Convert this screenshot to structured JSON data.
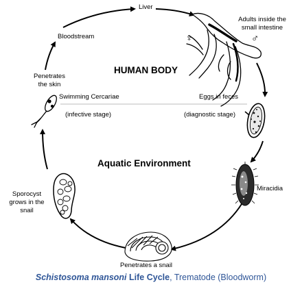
{
  "diagram": {
    "regions": {
      "upper": "HUMAN BODY",
      "lower": "Aquatic Environment"
    },
    "stage_labels": {
      "liver": "Liver",
      "adults_line1": "Adults inside the",
      "adults_line2": "small intestine",
      "bloodstream": "Bloodstream",
      "penetrates_skin_line1": "Penetrates",
      "penetrates_skin_line2": "the skin",
      "swimming_cercariae": "Swimming Cercariae",
      "infective_stage": "(infective stage)",
      "eggs_in_feces": "Eggs in feces",
      "diagnostic_stage": "(diagnostic stage)",
      "miracidia": "Miracidia",
      "sporocyst_line1": "Sporocyst",
      "sporocyst_line2": "grows in the",
      "sporocyst_line3": "snail",
      "penetrates_snail": "Penetrates a snail"
    },
    "symbols": {
      "female": "♀",
      "male": "♂"
    },
    "caption": {
      "species": "Schistosoma mansoni",
      "title_rest": " Life Cycle",
      "separator": ", ",
      "group": "Trematode (Bloodworm)",
      "color": "#2E5597"
    },
    "icons": [
      "adult-worm-pair-icon",
      "egg-icon",
      "miracidium-icon",
      "snail-icon",
      "sporocyst-icon",
      "cercaria-icon"
    ]
  }
}
